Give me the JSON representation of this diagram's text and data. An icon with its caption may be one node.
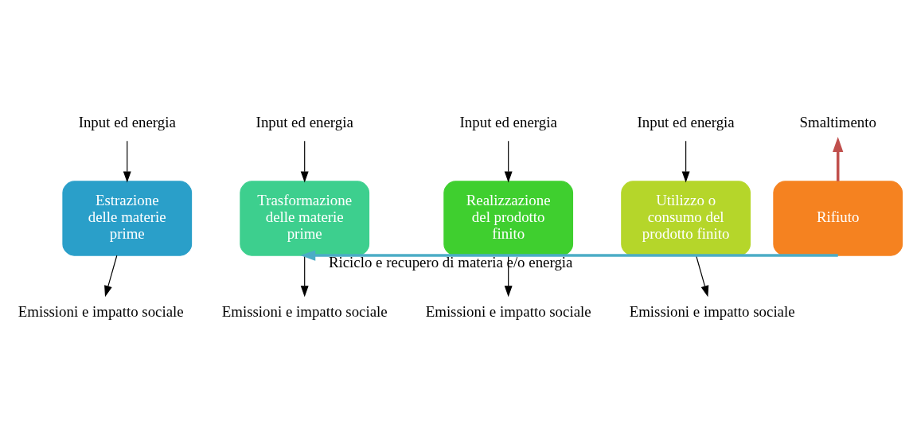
{
  "diagram": {
    "nodes": [
      {
        "text": [
          "Input ed energia"
        ]
      },
      {
        "text": [
          "Input ed energia"
        ]
      },
      {
        "text": [
          "Input ed energia"
        ]
      },
      {
        "text": [
          "Input ed energia"
        ]
      },
      {
        "text": [
          "Smaltimento"
        ]
      },
      {
        "text": [
          "Estrazione delle materie prime"
        ]
      },
      {
        "text": [
          "Trasformazione delle materie prime"
        ]
      },
      {
        "text": [
          "Realizzazione del prodotto finito"
        ]
      },
      {
        "text": [
          "Utilizzo o consumo del prodotto finito"
        ]
      },
      {
        "text": [
          "Rifiuto"
        ]
      },
      {
        "text": [
          "Emissioni e impatto sociale"
        ]
      },
      {
        "text": [
          "Emissioni e impatto sociale"
        ]
      },
      {
        "text": [
          "Emissioni e impatto sociale"
        ]
      },
      {
        "text": [
          "Emissioni e impatto sociale"
        ]
      }
    ],
    "edges": [
      {
        "from": 0,
        "to": 5,
        "arrow": "to"
      },
      {
        "from": 1,
        "to": 6,
        "arrow": "to"
      },
      {
        "from": 2,
        "to": 7,
        "arrow": "to"
      },
      {
        "from": 3,
        "to": 8,
        "arrow": "to"
      },
      {
        "from": 5,
        "to": 10,
        "arrow": "to"
      },
      {
        "from": 6,
        "to": 11,
        "arrow": "to"
      },
      {
        "from": 7,
        "to": 12,
        "arrow": "to"
      },
      {
        "from": 8,
        "to": 13,
        "arrow": "to"
      },
      {
        "from": 9,
        "to": 4,
        "arrow": "to",
        "style": "thick",
        "color": "#c0504d"
      },
      {
        "from": 9,
        "to": 6,
        "arrow": "to",
        "label": "Riciclo e recupero di materia e/o energia",
        "style": "thick",
        "color": "#4bacc6"
      }
    ]
  }
}
